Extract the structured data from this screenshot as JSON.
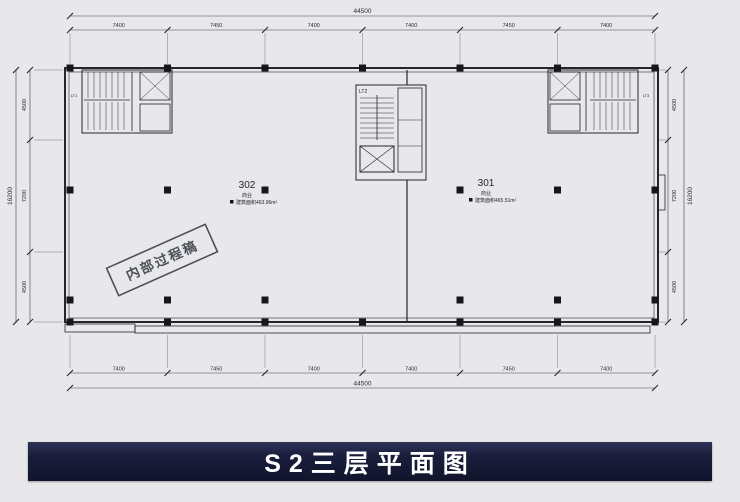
{
  "banner": {
    "title": "S2三层平面图"
  },
  "watermark": {
    "text": "内部过程稿"
  },
  "units": {
    "u302": {
      "number": "302",
      "use": "商业",
      "area": "建筑面积463.96m²"
    },
    "u301": {
      "number": "301",
      "use": "商业",
      "area": "建筑面积465.51m²"
    }
  },
  "stairs": {
    "left": "LT1",
    "center": "LT2",
    "right": "LT3"
  },
  "dims": {
    "top": {
      "total": "44500",
      "segments": [
        "7400",
        "7450",
        "7400",
        "7400",
        "7450",
        "7400"
      ]
    },
    "bottom": {
      "total": "44500",
      "segments": [
        "7400",
        "7450",
        "7400",
        "7400",
        "7450",
        "7400"
      ]
    },
    "left": {
      "total": "16200",
      "segments": [
        "4500",
        "7200",
        "4500"
      ]
    },
    "right": {
      "total": "16200",
      "segments": [
        "4500",
        "7200",
        "4500"
      ]
    }
  },
  "colors": {
    "line": "#23262b",
    "banner_bg": "#1a1e3c",
    "banner_text": "#ffffff",
    "watermark": "#4d525a",
    "page_bg": "#e8e8eb"
  }
}
